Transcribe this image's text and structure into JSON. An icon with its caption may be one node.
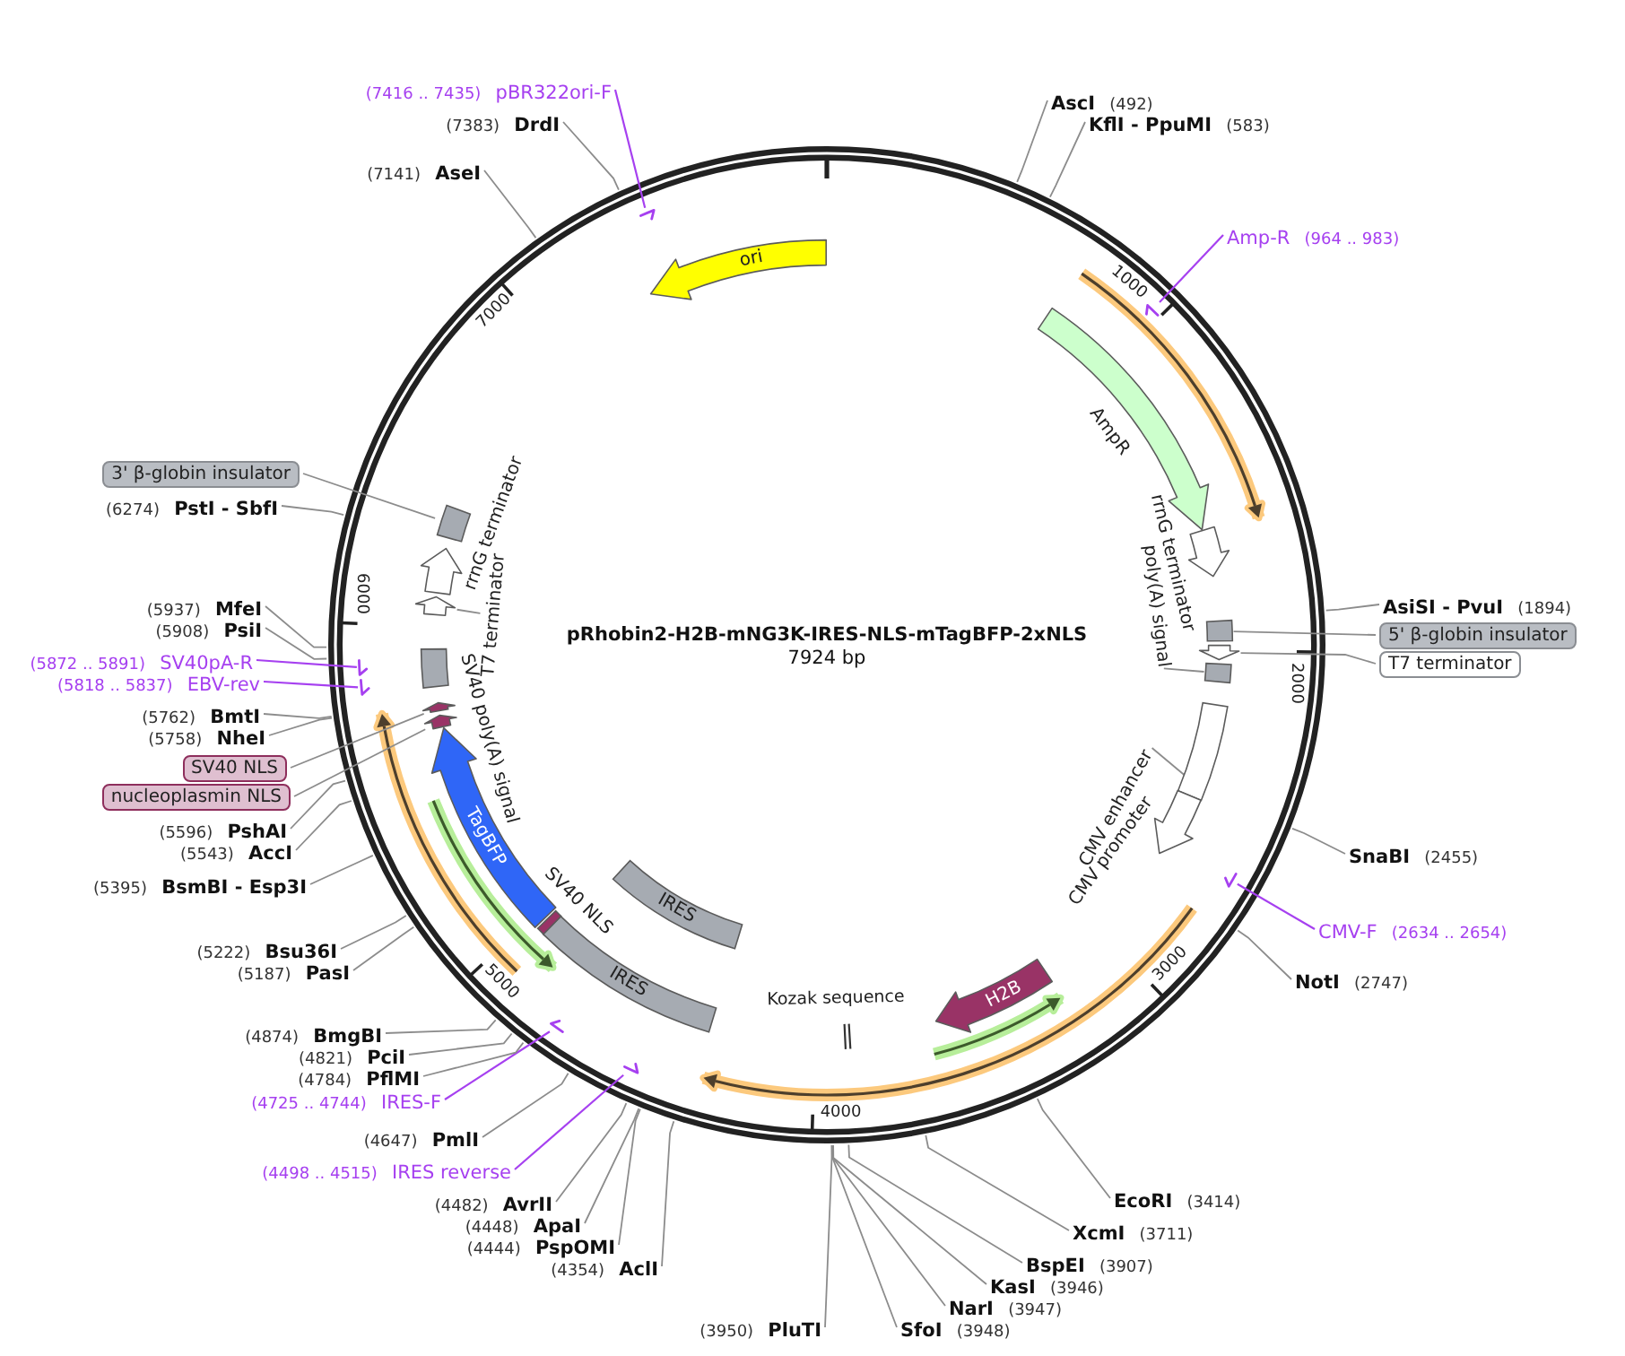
{
  "diagram": {
    "title": "pRhobin2-H2B-mNG3K-IRES-NLS-mTagBFP-2xNLS",
    "nodes": [
      {
        "text": [
          "ori"
        ]
      },
      {
        "text": [
          "AmpR"
        ]
      },
      {
        "text": [
          "rrnG terminator"
        ]
      },
      {
        "text": [],
        "shape": "box"
      },
      {
        "text": [],
        "shape": "arrow"
      },
      {
        "text": [],
        "shape": "box"
      },
      {
        "text": [
          "poly(A) signal"
        ]
      },
      {
        "text": [],
        "shape": "box"
      },
      {
        "text": [
          "CMV enhancer"
        ]
      },
      {
        "text": [
          "CMV promoter"
        ]
      },
      {
        "text": [
          "H2B"
        ]
      },
      {
        "text": [
          "Kozak sequence"
        ]
      },
      {
        "text": [
          "IRES"
        ]
      },
      {
        "text": [
          "IRES"
        ]
      },
      {
        "text": [
          "SV40 NLS"
        ]
      },
      {
        "text": [
          "TagBFP"
        ]
      },
      {
        "text": [],
        "shape": "arrow"
      },
      {
        "text": [],
        "shape": "arrow"
      },
      {
        "text": [
          "SV40 poly(A) signal"
        ]
      },
      {
        "text": [],
        "shape": "arrow"
      },
      {
        "text": [
          "T7 terminator"
        ]
      },
      {
        "text": [
          "rrnG terminator"
        ]
      },
      {
        "text": [],
        "shape": "box"
      },
      {
        "text": [
          "5' β-globin insulator"
        ]
      },
      {
        "text": [
          "T7 terminator"
        ]
      },
      {
        "text": [
          "SV40 NLS"
        ]
      },
      {
        "text": [
          "nucleoplasmin NLS"
        ]
      },
      {
        "text": [
          "3' β-globin insulator"
        ]
      },
      {
        "text": [],
        "shape": "arrow"
      },
      {
        "text": [
          "(7416 .. 7435)",
          "pBR322ori-F"
        ]
      },
      {
        "text": [],
        "shape": "arrow"
      },
      {
        "text": [
          "Amp-R",
          "(964 .. 983)"
        ]
      },
      {
        "text": [],
        "shape": "arrow"
      },
      {
        "text": [
          "CMV-F",
          "(2634 .. 2654)"
        ]
      },
      {
        "text": [],
        "shape": "arrow"
      },
      {
        "text": [
          "(4725 .. 4744)",
          "IRES-F"
        ]
      },
      {
        "text": [],
        "shape": "arrow"
      },
      {
        "text": [
          "(4498 .. 4515)",
          "IRES reverse"
        ]
      },
      {
        "text": [],
        "shape": "arrow"
      },
      {
        "text": [
          "(5872 .. 5891)",
          "SV40pA-R"
        ]
      },
      {
        "text": [],
        "shape": "arrow"
      },
      {
        "text": [
          "(5818 .. 5837)",
          "EBV-rev"
        ]
      },
      {
        "text": [
          "(7383)",
          "DrdI"
        ]
      },
      {
        "text": [
          "(7141)",
          "AseI"
        ]
      },
      {
        "text": [
          "AscI",
          "(492)"
        ]
      },
      {
        "text": [
          "KflI - PpuMI",
          "(583)"
        ]
      },
      {
        "text": [
          "AsiSI - PvuI",
          "(1894)"
        ]
      },
      {
        "text": [
          "SnaBI",
          "(2455)"
        ]
      },
      {
        "text": [
          "NotI",
          "(2747)"
        ]
      },
      {
        "text": [
          "EcoRI",
          "(3414)"
        ]
      },
      {
        "text": [
          "XcmI",
          "(3711)"
        ]
      },
      {
        "text": [
          "BspEI",
          "(3907)"
        ]
      },
      {
        "text": [
          "KasI",
          "(3946)"
        ]
      },
      {
        "text": [
          "NarI",
          "(3947)"
        ]
      },
      {
        "text": [
          "SfoI",
          "(3948)"
        ]
      },
      {
        "text": [
          "(3950)",
          "PluTI"
        ]
      },
      {
        "text": [
          "(4354)",
          "AclI"
        ]
      },
      {
        "text": [
          "(4444)",
          "PspOMI"
        ]
      },
      {
        "text": [
          "(4448)",
          "ApaI"
        ]
      },
      {
        "text": [
          "(4482)",
          "AvrII"
        ]
      },
      {
        "text": [
          "(4647)",
          "PmlI"
        ]
      },
      {
        "text": [
          "(4784)",
          "PflMI"
        ]
      },
      {
        "text": [
          "(4821)",
          "PciI"
        ]
      },
      {
        "text": [
          "(4874)",
          "BmgBI"
        ]
      },
      {
        "text": [
          "(5187)",
          "PasI"
        ]
      },
      {
        "text": [
          "(5222)",
          "Bsu36I"
        ]
      },
      {
        "text": [
          "(5395)",
          "BsmBI - Esp3I"
        ]
      },
      {
        "text": [
          "(5543)",
          "AccI"
        ]
      },
      {
        "text": [
          "(5596)",
          "PshAI"
        ]
      },
      {
        "text": [
          "(5758)",
          "NheI"
        ]
      },
      {
        "text": [
          "(5762)",
          "BmtI"
        ]
      },
      {
        "text": [
          "(5908)",
          "PsiI"
        ]
      },
      {
        "text": [
          "(5937)",
          "MfeI"
        ]
      },
      {
        "text": [
          "(6274)",
          "PstI - SbfI"
        ]
      }
    ],
    "edges": [
      {
        "from": 6,
        "to": 5,
        "arrow": "none"
      },
      {
        "from": 8,
        "to": 7,
        "arrow": "none"
      },
      {
        "from": 20,
        "to": 19,
        "arrow": "none"
      },
      {
        "from": 23,
        "to": 3,
        "arrow": "none"
      },
      {
        "from": 24,
        "to": 4,
        "arrow": "none"
      },
      {
        "from": 25,
        "to": 17,
        "arrow": "none"
      },
      {
        "from": 26,
        "to": 16,
        "arrow": "none"
      },
      {
        "from": 27,
        "to": 22,
        "arrow": "none"
      },
      {
        "from": 29,
        "to": 28,
        "arrow": "none",
        "color": "#a640f0"
      },
      {
        "from": 31,
        "to": 30,
        "arrow": "none",
        "color": "#a640f0"
      },
      {
        "from": 33,
        "to": 32,
        "arrow": "none",
        "color": "#a640f0"
      },
      {
        "from": 35,
        "to": 34,
        "arrow": "none",
        "color": "#a640f0"
      },
      {
        "from": 37,
        "to": 36,
        "arrow": "none",
        "color": "#a640f0"
      },
      {
        "from": 39,
        "to": 38,
        "arrow": "none",
        "color": "#a640f0"
      },
      {
        "from": 41,
        "to": 40,
        "arrow": "none",
        "color": "#a640f0"
      },
      {
        "from": 42,
        "to": null,
        "arrow": "none"
      },
      {
        "from": 43,
        "to": null,
        "arrow": "none"
      },
      {
        "from": 44,
        "to": null,
        "arrow": "none"
      },
      {
        "from": 45,
        "to": null,
        "arrow": "none"
      },
      {
        "from": 46,
        "to": null,
        "arrow": "none"
      },
      {
        "from": 47,
        "to": null,
        "arrow": "none"
      },
      {
        "from": 48,
        "to": null,
        "arrow": "none"
      },
      {
        "from": 49,
        "to": null,
        "arrow": "none"
      },
      {
        "from": 50,
        "to": null,
        "arrow": "none"
      },
      {
        "from": 51,
        "to": null,
        "arrow": "none"
      },
      {
        "from": 52,
        "to": null,
        "arrow": "none"
      },
      {
        "from": 53,
        "to": null,
        "arrow": "none"
      },
      {
        "from": 54,
        "to": null,
        "arrow": "none"
      },
      {
        "from": 55,
        "to": null,
        "arrow": "none"
      },
      {
        "from": 56,
        "to": null,
        "arrow": "none"
      },
      {
        "from": 57,
        "to": null,
        "arrow": "none"
      },
      {
        "from": 58,
        "to": null,
        "arrow": "none"
      },
      {
        "from": 59,
        "to": null,
        "arrow": "none"
      },
      {
        "from": 60,
        "to": null,
        "arrow": "none"
      },
      {
        "from": 61,
        "to": null,
        "arrow": "none"
      },
      {
        "from": 62,
        "to": null,
        "arrow": "none"
      },
      {
        "from": 63,
        "to": null,
        "arrow": "none"
      },
      {
        "from": 64,
        "to": null,
        "arrow": "none"
      },
      {
        "from": 65,
        "to": null,
        "arrow": "none"
      },
      {
        "from": 66,
        "to": null,
        "arrow": "none"
      },
      {
        "from": 67,
        "to": null,
        "arrow": "none"
      },
      {
        "from": 68,
        "to": null,
        "arrow": "none"
      },
      {
        "from": 69,
        "to": null,
        "arrow": "none"
      },
      {
        "from": 70,
        "to": null,
        "arrow": "none"
      },
      {
        "from": 71,
        "to": null,
        "arrow": "none"
      },
      {
        "from": 72,
        "to": null,
        "arrow": "none"
      },
      {
        "from": 73,
        "to": null,
        "arrow": "none"
      }
    ],
    "labels": [
      "7924 bp",
      "1000",
      "2000",
      "3000",
      "4000",
      "5000",
      "6000",
      "7000"
    ]
  }
}
